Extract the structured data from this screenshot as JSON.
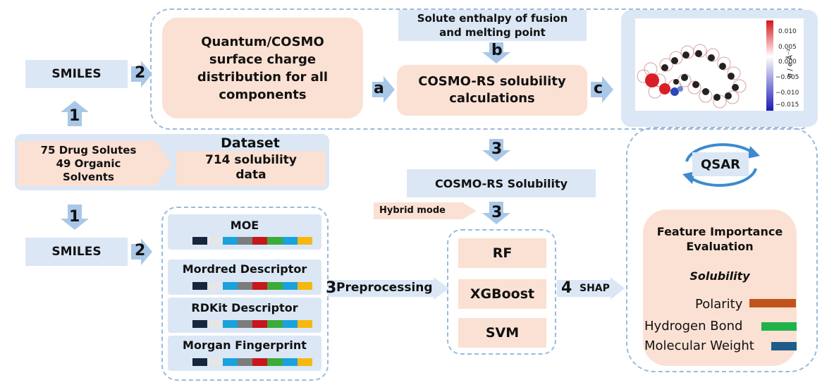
{
  "smiles_top": "SMILES",
  "smiles_bottom": "SMILES",
  "dataset": {
    "left_lines": [
      "75 Drug Solutes",
      "49 Organic",
      "Solvents"
    ],
    "title": "Dataset",
    "right_lines": [
      "714 solubility",
      "data"
    ]
  },
  "quantum_box": [
    "Quantum/COSMO",
    "surface charge",
    "distribution for all",
    "components"
  ],
  "enthalpy_box": [
    "Solute enthalpy of fusion",
    "and melting point"
  ],
  "cosmo_calc_box": [
    "COSMO-RS solubility",
    "calculations"
  ],
  "cosmo_solubility": "COSMO-RS Solubility",
  "hybrid_mode": "Hybrid mode",
  "descriptors": {
    "moe": "MOE",
    "mordred": "Mordred Descriptor",
    "rdkit": "RDKit Descriptor",
    "morgan": "Morgan Fingerprint"
  },
  "models": {
    "rf": "RF",
    "xgboost": "XGBoost",
    "svm": "SVM"
  },
  "step_labels": {
    "one_up": "1",
    "one_down": "1",
    "two_top": "2",
    "two_bottom": "2",
    "a": "a",
    "b": "b",
    "c": "c",
    "three_top": "3",
    "three_mid": "3",
    "three_pre": "3",
    "four": "4"
  },
  "preprocessing": "Preprocessing",
  "shap": "SHAP",
  "qsar": "QSAR",
  "colorbar": {
    "ticks": [
      "0.010",
      "0.005",
      "0.000",
      "−0.005",
      "−0.010",
      "−0.015"
    ],
    "label": "σ / e Å⁻²"
  },
  "feature_box": {
    "title_lines": [
      "Feature Importance",
      "Evaluation"
    ],
    "subtitle": "Solubility",
    "items": [
      {
        "label": "Polarity",
        "color": "#c0531b"
      },
      {
        "label": "Hydrogen Bond",
        "color": "#1fb24a"
      },
      {
        "label": "Molecular Weight",
        "color": "#1f5c8c"
      }
    ]
  },
  "colors": {
    "light_blue": "#dbe7f5",
    "peach": "#fbe1d3",
    "arrow_blue": "#a9c8e8",
    "dash_blue": "#9bbadc"
  },
  "descriptor_bar_colors": [
    "#16263d",
    "#e6e6e6",
    "#1aa2dd",
    "#7c7c7c",
    "#c8161d",
    "#3cab3a",
    "#1aa2dd",
    "#f6b80f"
  ]
}
